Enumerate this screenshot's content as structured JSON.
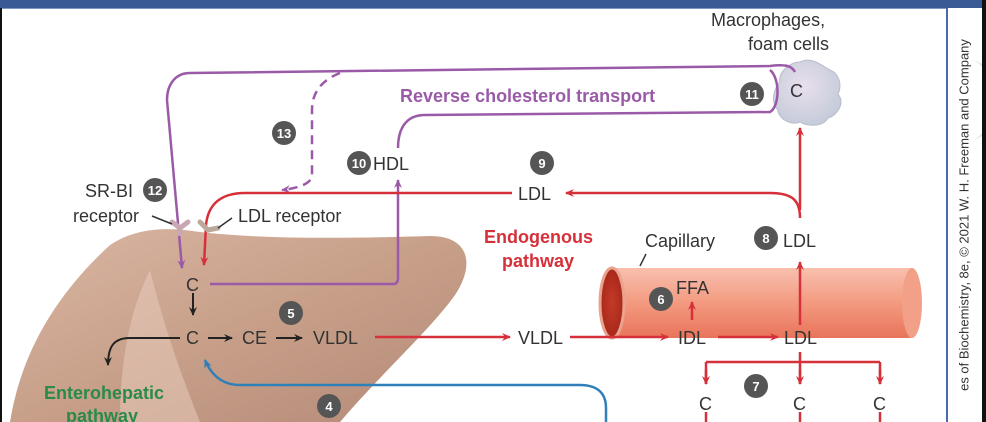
{
  "figure": {
    "credit": "es of Biochemistry, 8e, © 2021 W. H. Freeman and Company",
    "colors": {
      "reverse_transport": "#9a5aa8",
      "endogenous": "#d6303a",
      "enterohepatic": "#2a8a4a",
      "exogenous_return": "#2f7fb8",
      "liver": "#c9a08c",
      "capillary": "#f08a70",
      "step_badge": "#555555"
    },
    "labels": {
      "macrophages_line1": "Macrophages,",
      "macrophages_line2": "foam cells",
      "macrophage_c": "C",
      "reverse_transport": "Reverse cholesterol transport",
      "hdl": "HDL",
      "ldl_9": "LDL",
      "sr_bi": "SR-BI",
      "receptor": "receptor",
      "ldl_receptor": "LDL receptor",
      "endogenous_line1": "Endogenous",
      "endogenous_line2": "pathway",
      "capillary": "Capillary",
      "ldl_8": "LDL",
      "ffa": "FFA",
      "liver_c_top": "C",
      "liver_c": "C",
      "ce": "CE",
      "vldl_liver": "VLDL",
      "vldl_blood": "VLDL",
      "idl": "IDL",
      "ldl_capillary": "LDL",
      "enterohepatic_line1": "Enterohepatic",
      "enterohepatic_line2": "pathway",
      "tissue_c1": "C",
      "tissue_c2": "C",
      "tissue_c3": "C"
    },
    "steps": {
      "s4": "4",
      "s5": "5",
      "s6": "6",
      "s7": "7",
      "s8": "8",
      "s9": "9",
      "s10": "10",
      "s11": "11",
      "s12": "12",
      "s13": "13"
    }
  }
}
